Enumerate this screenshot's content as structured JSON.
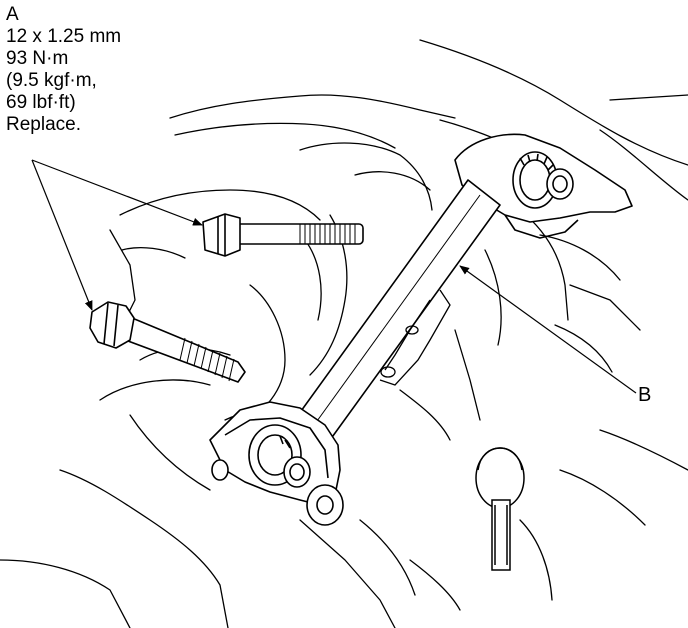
{
  "callout_a": {
    "letter": "A",
    "lines": [
      "12 x 1.25 mm",
      "93 N·m",
      "(9.5 kgf·m,",
      "69 lbf·ft)",
      "Replace."
    ]
  },
  "label_b": "B",
  "colors": {
    "line": "#000000",
    "background": "#ffffff"
  }
}
